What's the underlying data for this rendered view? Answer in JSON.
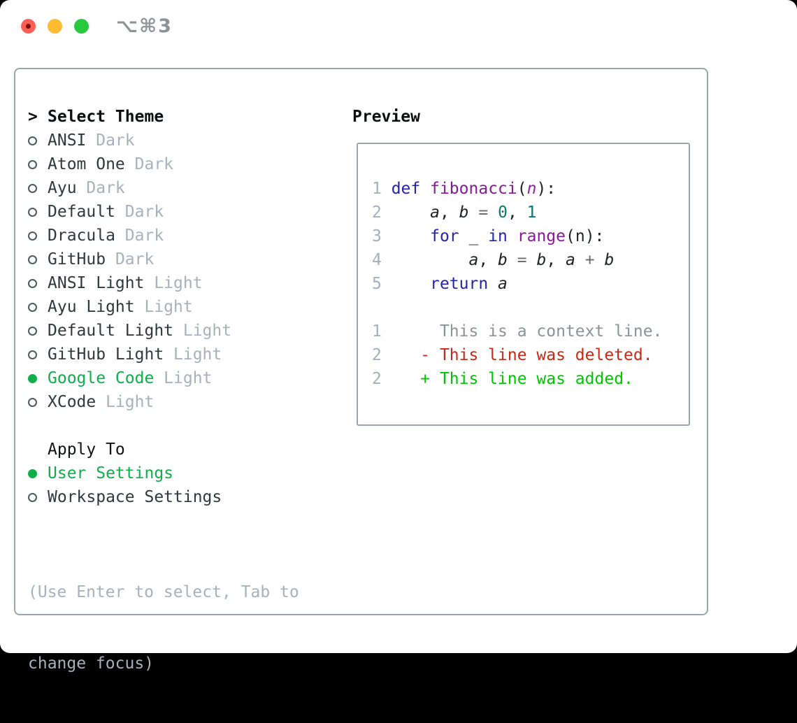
{
  "titlebar": {
    "title": "⌥⌘3",
    "buttons": [
      {
        "name": "close-button",
        "color": "#fc5f56"
      },
      {
        "name": "minimize-button",
        "color": "#fdbc2f"
      },
      {
        "name": "zoom-button",
        "color": "#28c83c"
      }
    ]
  },
  "theme_picker": {
    "header": {
      "prefix": ">",
      "label": "Select Theme"
    },
    "themes": [
      {
        "name": "ANSI",
        "variant": "Dark",
        "selected": false
      },
      {
        "name": "Atom One",
        "variant": "Dark",
        "selected": false
      },
      {
        "name": "Ayu",
        "variant": "Dark",
        "selected": false
      },
      {
        "name": "Default",
        "variant": "Dark",
        "selected": false
      },
      {
        "name": "Dracula",
        "variant": "Dark",
        "selected": false
      },
      {
        "name": "GitHub",
        "variant": "Dark",
        "selected": false
      },
      {
        "name": "ANSI Light",
        "variant": "Light",
        "selected": false
      },
      {
        "name": "Ayu Light",
        "variant": "Light",
        "selected": false
      },
      {
        "name": "Default Light",
        "variant": "Light",
        "selected": false
      },
      {
        "name": "GitHub Light",
        "variant": "Light",
        "selected": false
      },
      {
        "name": "Google Code",
        "variant": "Light",
        "selected": true
      },
      {
        "name": "XCode",
        "variant": "Light",
        "selected": false
      }
    ],
    "apply_to": {
      "label": "Apply To",
      "options": [
        {
          "label": "User Settings",
          "selected": true
        },
        {
          "label": "Workspace Settings",
          "selected": false
        }
      ]
    },
    "help": {
      "line1": "(Use Enter to select, Tab to",
      "line2": "change focus)"
    }
  },
  "preview": {
    "title": "Preview",
    "code_lines": [
      {
        "num": "1",
        "tokens": [
          {
            "c": "kw",
            "t": "def"
          },
          {
            "c": "pl",
            "t": " "
          },
          {
            "c": "fn",
            "t": "fibonacci"
          },
          {
            "c": "pl",
            "t": "("
          },
          {
            "c": "param",
            "t": "n"
          },
          {
            "c": "pl",
            "t": "):"
          }
        ]
      },
      {
        "num": "2",
        "tokens": [
          {
            "c": "pl",
            "t": "    "
          },
          {
            "c": "id",
            "t": "a"
          },
          {
            "c": "pl",
            "t": ", "
          },
          {
            "c": "id",
            "t": "b"
          },
          {
            "c": "pl",
            "t": " "
          },
          {
            "c": "op",
            "t": "="
          },
          {
            "c": "pl",
            "t": " "
          },
          {
            "c": "lit",
            "t": "0"
          },
          {
            "c": "pl",
            "t": ", "
          },
          {
            "c": "lit",
            "t": "1"
          }
        ]
      },
      {
        "num": "3",
        "tokens": [
          {
            "c": "pl",
            "t": "    "
          },
          {
            "c": "kw",
            "t": "for"
          },
          {
            "c": "pl",
            "t": " _ "
          },
          {
            "c": "kw",
            "t": "in"
          },
          {
            "c": "pl",
            "t": " "
          },
          {
            "c": "fn",
            "t": "range"
          },
          {
            "c": "pl",
            "t": "(n):"
          }
        ]
      },
      {
        "num": "4",
        "tokens": [
          {
            "c": "pl",
            "t": "        "
          },
          {
            "c": "id",
            "t": "a"
          },
          {
            "c": "pl",
            "t": ", "
          },
          {
            "c": "id",
            "t": "b"
          },
          {
            "c": "pl",
            "t": " "
          },
          {
            "c": "op",
            "t": "="
          },
          {
            "c": "pl",
            "t": " "
          },
          {
            "c": "id",
            "t": "b"
          },
          {
            "c": "pl",
            "t": ", "
          },
          {
            "c": "id",
            "t": "a"
          },
          {
            "c": "pl",
            "t": " "
          },
          {
            "c": "op",
            "t": "+"
          },
          {
            "c": "pl",
            "t": " "
          },
          {
            "c": "id",
            "t": "b"
          }
        ]
      },
      {
        "num": "5",
        "tokens": [
          {
            "c": "pl",
            "t": "    "
          },
          {
            "c": "kw",
            "t": "return"
          },
          {
            "c": "pl",
            "t": " "
          },
          {
            "c": "id",
            "t": "a"
          }
        ]
      },
      {
        "num": "",
        "tokens": []
      }
    ],
    "diff_lines": [
      {
        "num": "1",
        "sign": " ",
        "text": "This is a context line.",
        "kind": "context"
      },
      {
        "num": "2",
        "sign": "-",
        "text": "This line was deleted.",
        "kind": "deleted"
      },
      {
        "num": "2",
        "sign": "+",
        "text": "This line was added.",
        "kind": "added"
      }
    ]
  },
  "colors": {
    "accent_green": "#0fae4b",
    "added_green": "#00c600",
    "deleted_red": "#c82814",
    "context_gray": "#8c9298",
    "keyword_blue": "#2323af",
    "function_purple": "#871996",
    "literal_teal": "#0d7379",
    "line_number_gray": "#a5aebd",
    "muted_gray": "#a8b0bc",
    "border_gray": "#9aa3ae",
    "traffic_red": "#fc5f56",
    "traffic_yellow": "#fdbc2f",
    "traffic_green": "#28c83c"
  }
}
